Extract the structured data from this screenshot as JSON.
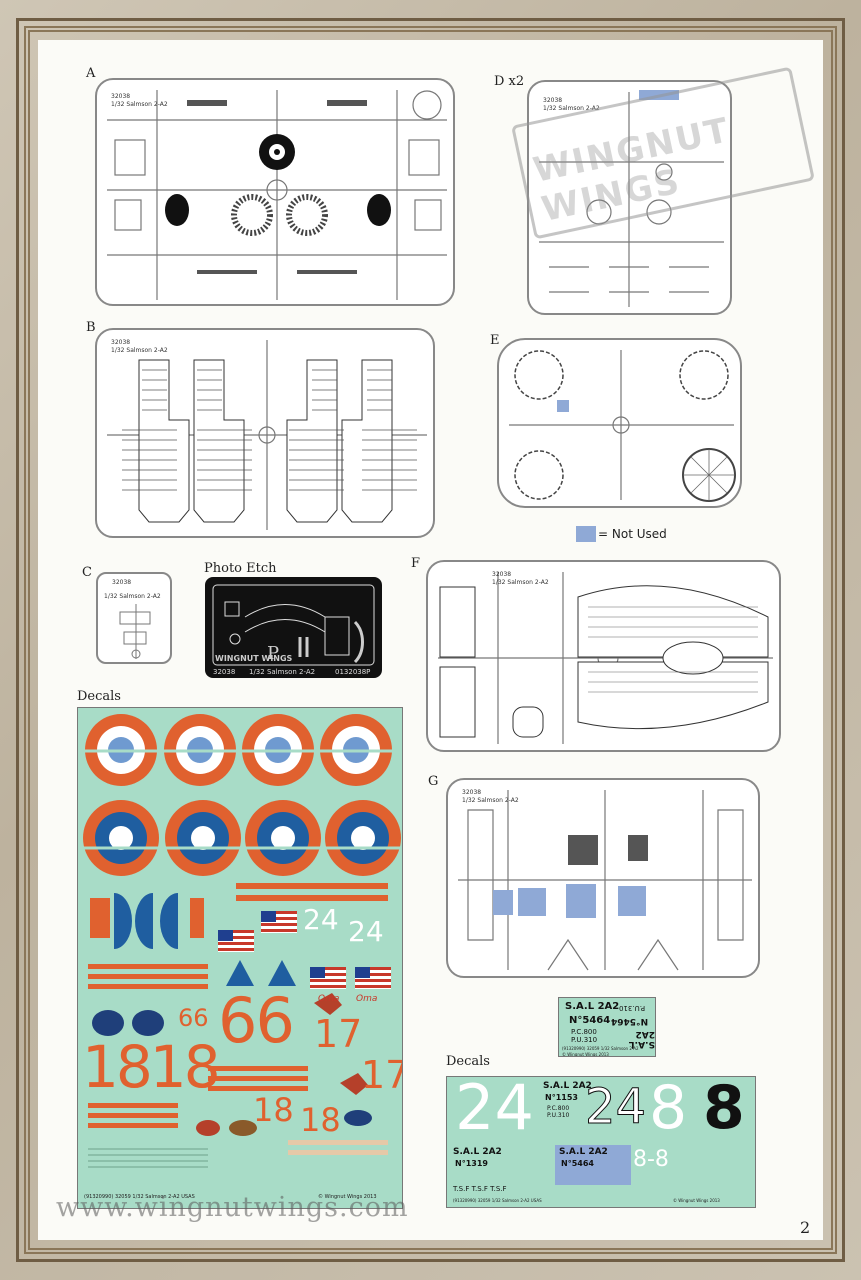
{
  "labels": {
    "a": "A",
    "b": "B",
    "c": "C",
    "d": "D x2",
    "e": "E",
    "f": "F",
    "g": "G",
    "photo_etch": "Photo Etch",
    "decals_main": "Decals",
    "decals_small": "Decals"
  },
  "legend": {
    "text": "= Not Used",
    "color": "#8fa9d6"
  },
  "sprue_text": {
    "kit_code": "32038",
    "kit_name": "1/32 Salmson 2-A2",
    "c_code": "32038",
    "c_name": "1/32 Salmson 2-A2",
    "pe_left": "32038",
    "pe_mid": "1/32 Salmson 2-A2",
    "pe_right": "0132038P",
    "pe_letter": "P",
    "pe_logo": "WINGNUT WINGS"
  },
  "watermark": "WINGNUT WINGS",
  "decal_main": {
    "numbers_white": [
      "24",
      "24"
    ],
    "numbers_orange": [
      "66",
      "66",
      "17",
      "17",
      "18",
      "18",
      "1818"
    ],
    "oma": [
      "Oma",
      "Oma"
    ],
    "footer": "(91320990)  32059  1/32  Salmson 2-A2  USAS",
    "copyright": "© Wingnut Wings 2013"
  },
  "decal_small1": {
    "sal": "S.A.L 2A2",
    "no": "N°5464",
    "pc": "P.C.800",
    "pu": "P.U.310",
    "footer": "(91320990)  32059  1/32  Salmson 2-A2",
    "copyright": "© Wingnut Wings 2013"
  },
  "decal_small2": {
    "big_24_left": "24",
    "big_24_right": "24",
    "big_8_white": "8",
    "big_8_black": "8",
    "small_8": "8-8",
    "sal_1153": "S.A.L 2A2",
    "no_1153": "N°1153",
    "pc_1153": "P.C.800",
    "pu_1153": "P.U.310",
    "sal_1319": "S.A.L 2A2",
    "no_1319": "N°1319",
    "sal_5464": "S.A.L 2A2",
    "no_5464": "N°5464",
    "tsf": "T.S.F   T.S.F   T.S.F",
    "footer": "(91320990)  32059  1/32  Salmson 2-A2 USAS",
    "copyright": "© Wingnut Wings 2013"
  },
  "website": "www.wingnutwings.com",
  "page_number": "2",
  "colors": {
    "decal_bg": "#a8dcc7",
    "roundel_red": "#e0612f",
    "roundel_blue_light": "#6f9ad0",
    "roundel_blue_dark": "#1f5ea0",
    "not_used": "#8fa9d6"
  }
}
